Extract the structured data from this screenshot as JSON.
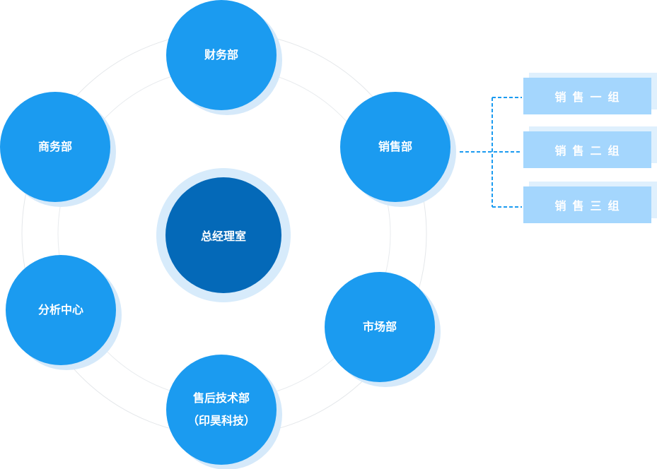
{
  "center": {
    "label": "总经理室"
  },
  "departments": {
    "finance": {
      "label": "财务部"
    },
    "commerce": {
      "label": "商务部"
    },
    "sales": {
      "label": "销售部"
    },
    "analysis": {
      "label": "分析中心"
    },
    "marketing": {
      "label": "市场部"
    },
    "after_sales": {
      "label": "售后技术部",
      "sub": "（印昊科技）"
    }
  },
  "sales_groups": [
    {
      "label": "销售一组"
    },
    {
      "label": "销售二组"
    },
    {
      "label": "销售三组"
    }
  ],
  "colors": {
    "node": "#1b9bf0",
    "node_shadow": "#d5e9fa",
    "center": "#0469b8",
    "center_halo": "#d7ebfb",
    "group_card": "#a4d6fd",
    "connector": "#1b9bf0",
    "ring": "#e4e7ea"
  }
}
